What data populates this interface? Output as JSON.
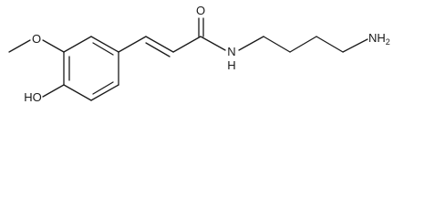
{
  "structure": {
    "atoms": {
      "o_carbonyl": "O",
      "n_amide": "N",
      "h_amide": "H",
      "nh2": "NH",
      "nh2_sub": "2",
      "o_methoxy": "O",
      "ho": "HO"
    },
    "colors": {
      "bond": "#1a1a1a",
      "label": "#1a1a1a",
      "background": "#ffffff"
    }
  }
}
